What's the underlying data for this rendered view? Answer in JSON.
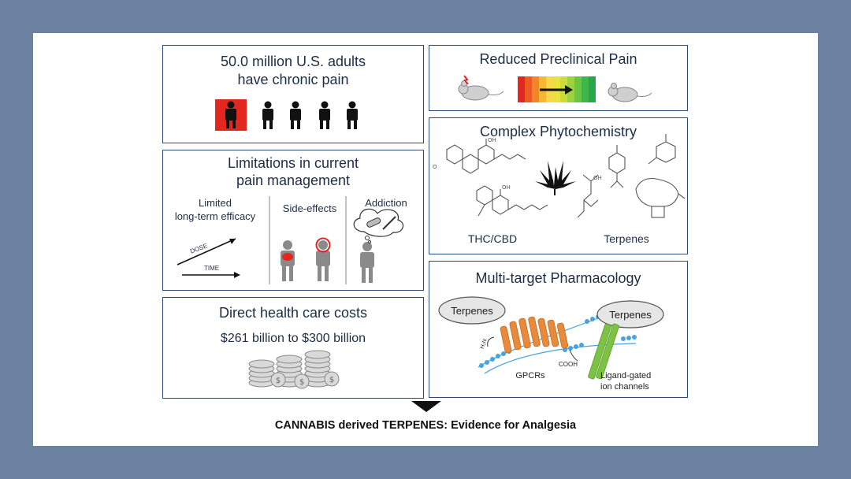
{
  "panels": {
    "chronic_pain": {
      "line1": "50.0 million U.S. adults",
      "line2": "have chronic pain"
    },
    "limitations": {
      "title_line1": "Limitations in current",
      "title_line2": "pain management",
      "col1_line1": "Limited",
      "col1_line2": "long-term efficacy",
      "dose": "DOSE",
      "time": "TIME",
      "col2": "Side-effects",
      "col3": "Addiction"
    },
    "costs": {
      "title": "Direct health care costs",
      "range": "$261 billion to $300 billion"
    },
    "preclinical": {
      "title": "Reduced Preclinical Pain"
    },
    "phytochem": {
      "title": "Complex Phytochemistry",
      "left_label": "THC/CBD",
      "right_label": "Terpenes"
    },
    "pharmacology": {
      "title": "Multi-target Pharmacology",
      "ellipse_left": "Terpenes",
      "ellipse_right": "Terpenes",
      "nh2": "H₂N",
      "cooh": "COOH",
      "gpcr": "GPCRs",
      "ion_line1": "Ligand-gated",
      "ion_line2": "ion channels"
    }
  },
  "caption": "CANNABIS derived TERPENES: Evidence for Analgesia",
  "colors": {
    "background": "#6a819f",
    "panel_border": "#2d4a73",
    "pain_red": "#e3261f",
    "receptor_orange": "#e88a3c",
    "ion_green": "#7dc242",
    "membrane_blue": "#4aa3df"
  }
}
